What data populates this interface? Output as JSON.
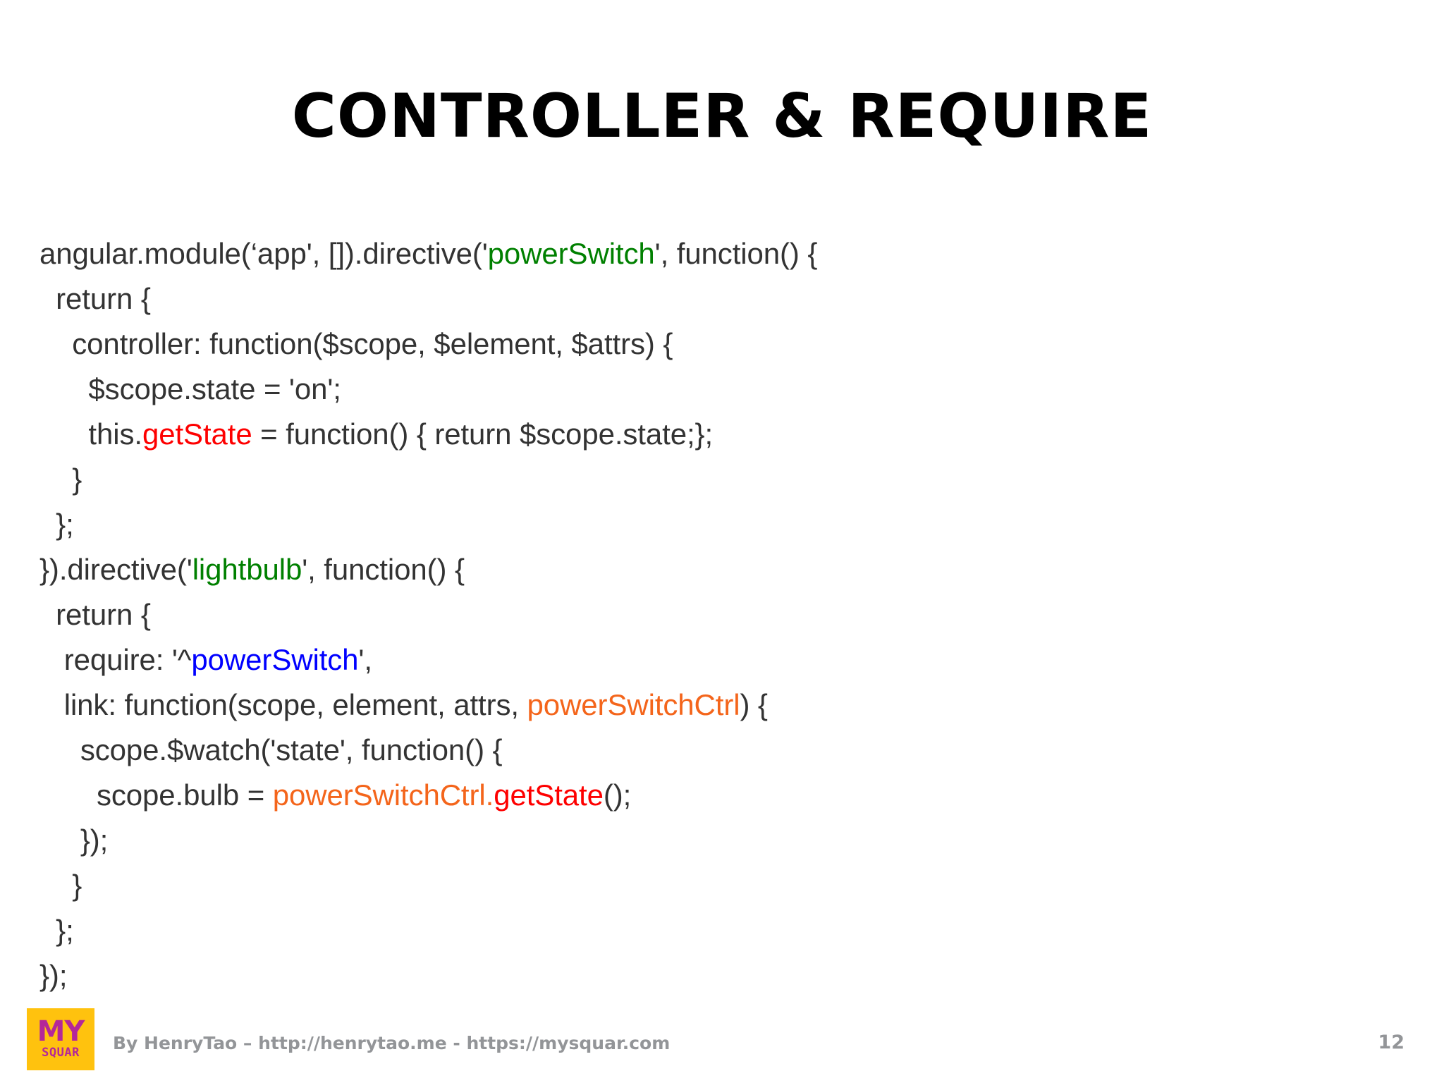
{
  "slide": {
    "title": "CONTROLLER & REQUIRE",
    "page_number": "12",
    "background_color": "#ffffff"
  },
  "colors": {
    "text": "#333333",
    "title": "#000000",
    "green": "#008000",
    "red": "#fe0000",
    "blue": "#0000ff",
    "orange": "#f4651b",
    "footer_gray": "#939598",
    "logo_background": "#ffc20e",
    "logo_foreground": "#b4279a"
  },
  "code": {
    "language": "javascript",
    "lines": [
      {
        "index": 0,
        "text": "angular.module(‘app', []).directive('powerSwitch', function() {",
        "tokens": [
          {
            "t": "angular.module(‘app', []).directive('",
            "c": "plain"
          },
          {
            "t": "powerSwitch",
            "c": "green"
          },
          {
            "t": "', function() {",
            "c": "plain"
          }
        ]
      },
      {
        "index": 1,
        "text": "  return {",
        "tokens": [
          {
            "t": "  return {",
            "c": "plain"
          }
        ]
      },
      {
        "index": 2,
        "text": "    controller: function($scope, $element, $attrs) {",
        "tokens": [
          {
            "t": "    controller: function($scope, $element, $attrs) {",
            "c": "plain"
          }
        ]
      },
      {
        "index": 3,
        "text": "      $scope.state = 'on';",
        "tokens": [
          {
            "t": "      $scope.state = 'on';",
            "c": "plain"
          }
        ]
      },
      {
        "index": 4,
        "text": "      this.getState = function() { return $scope.state;};",
        "tokens": [
          {
            "t": "      this.",
            "c": "plain"
          },
          {
            "t": "getState",
            "c": "red"
          },
          {
            "t": " = function() { return $scope.state;};",
            "c": "plain"
          }
        ]
      },
      {
        "index": 5,
        "text": "    }",
        "tokens": [
          {
            "t": "    }",
            "c": "plain"
          }
        ]
      },
      {
        "index": 6,
        "text": "  };",
        "tokens": [
          {
            "t": "  };",
            "c": "plain"
          }
        ]
      },
      {
        "index": 7,
        "text": "}).directive('lightbulb', function() {",
        "tokens": [
          {
            "t": "}).directive('",
            "c": "plain"
          },
          {
            "t": "lightbulb",
            "c": "green"
          },
          {
            "t": "', function() {",
            "c": "plain"
          }
        ]
      },
      {
        "index": 8,
        "text": "  return {",
        "tokens": [
          {
            "t": "  return {",
            "c": "plain"
          }
        ]
      },
      {
        "index": 9,
        "text": "   require: '^powerSwitch',",
        "tokens": [
          {
            "t": "   require: '^",
            "c": "plain"
          },
          {
            "t": "powerSwitch",
            "c": "blue"
          },
          {
            "t": "',",
            "c": "plain"
          }
        ]
      },
      {
        "index": 10,
        "text": "   link: function(scope, element, attrs, powerSwitchCtrl) {",
        "tokens": [
          {
            "t": "   link: function(scope, element, attrs, ",
            "c": "plain"
          },
          {
            "t": "powerSwitchCtrl",
            "c": "orange"
          },
          {
            "t": ") {",
            "c": "plain"
          }
        ]
      },
      {
        "index": 11,
        "text": "     scope.$watch('state', function() {",
        "tokens": [
          {
            "t": "     scope.$watch('state', function() {",
            "c": "plain"
          }
        ]
      },
      {
        "index": 12,
        "text": "       scope.bulb = powerSwitchCtrl.getState();",
        "tokens": [
          {
            "t": "       scope.bulb = ",
            "c": "plain"
          },
          {
            "t": "powerSwitchCtrl",
            "c": "orange"
          },
          {
            "t": ".",
            "c": "orange"
          },
          {
            "t": "getState",
            "c": "red"
          },
          {
            "t": "();",
            "c": "plain"
          }
        ]
      },
      {
        "index": 13,
        "text": "     });",
        "tokens": [
          {
            "t": "     });",
            "c": "plain"
          }
        ]
      },
      {
        "index": 14,
        "text": "    }",
        "tokens": [
          {
            "t": "    }",
            "c": "plain"
          }
        ]
      },
      {
        "index": 15,
        "text": "  };",
        "tokens": [
          {
            "t": "  };",
            "c": "plain"
          }
        ]
      },
      {
        "index": 16,
        "text": "});",
        "tokens": [
          {
            "t": "});",
            "c": "plain"
          }
        ]
      }
    ]
  },
  "footer": {
    "logo": {
      "line1": "MY",
      "line2": "SQUAR"
    },
    "credit": "By HenryTao – http://henrytao.me - https://mysquar.com"
  }
}
